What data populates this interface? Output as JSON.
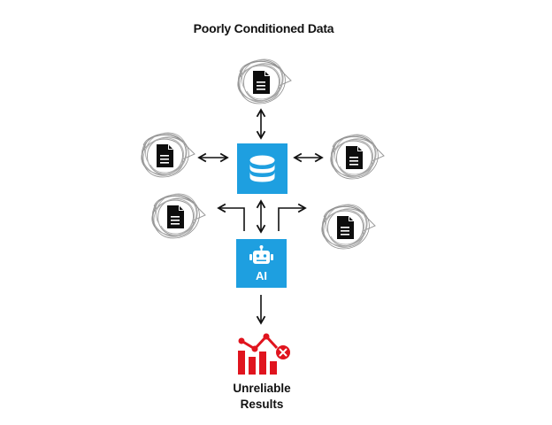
{
  "title": "Poorly Conditioned Data",
  "nodes": {
    "database": {
      "icon": "database-icon",
      "color": "#1e9fe0"
    },
    "ai": {
      "label": "AI",
      "icon": "robot-icon",
      "color": "#1e9fe0"
    },
    "result": {
      "line1": "Unreliable",
      "line2": "Results",
      "icon": "chart-error-icon",
      "color": "#e0141e"
    }
  },
  "documents": [
    {
      "name": "doc-top",
      "icon": "messy-document-icon"
    },
    {
      "name": "doc-left",
      "icon": "messy-document-icon"
    },
    {
      "name": "doc-right",
      "icon": "messy-document-icon"
    },
    {
      "name": "doc-bottom-left",
      "icon": "messy-document-icon"
    },
    {
      "name": "doc-bottom-right",
      "icon": "messy-document-icon"
    }
  ]
}
